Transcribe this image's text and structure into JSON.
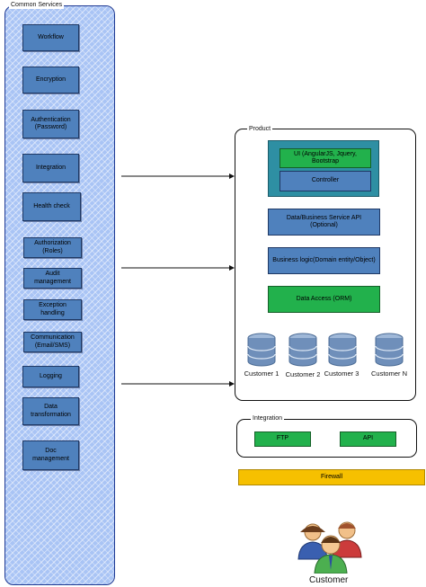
{
  "common_services": {
    "title": "Common Services",
    "items": [
      "Workflow",
      "Encryption",
      "Authentication\n(Password)",
      "Integration",
      "Health check",
      "Authorization\n(Roles)",
      "Audit\nmanagement",
      "Exception\nhandling",
      "Communication\n(Email/SMS)",
      "Logging",
      "Data\ntransformation",
      "Doc\nmanagement"
    ]
  },
  "product": {
    "title": "Product",
    "ui": "UI (AngularJS, Jquery,\nBootstrap",
    "controller": "Controller",
    "data_api": "Data/Business Service API\n(Optional)",
    "business_logic": "Business logic(Domain entity/Object)",
    "data_access": "Data Access (ORM)",
    "databases": [
      "Customer 1",
      "Customer 2",
      "Customer 3",
      "Customer N"
    ]
  },
  "integration": {
    "title": "Integration",
    "ftp": "FTP",
    "api": "API"
  },
  "firewall": "Firewall",
  "customer": "Customer",
  "colors": {
    "service_blue": "#4f81bd",
    "green": "#22b14c",
    "teal": "#2e8fa3",
    "firewall": "#f6c000"
  },
  "icons": [
    "database-icon",
    "people-icon",
    "arrow-icon"
  ]
}
